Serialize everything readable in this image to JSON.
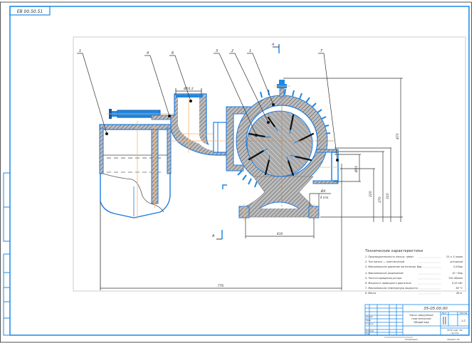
{
  "stamp_code": "ЕВ 00.50.51",
  "section_marker": "А",
  "callouts": [
    "1",
    "4",
    "6",
    "3",
    "2",
    "1",
    "7"
  ],
  "dimensions": {
    "flange_width": "Ø50 2",
    "overall_width": "770",
    "base_width": "410",
    "height_total": "470",
    "height_1": "220",
    "height_2": "270",
    "height_3": "310",
    "outlet_height": "Ø50",
    "hole": "Ø4",
    "hole_count": "4 отв."
  },
  "tech_spec": {
    "title": "Технические характеристики",
    "items": [
      {
        "label": "1. Производительность насоса, л/мин",
        "value": "25 ± 5 л/мин"
      },
      {
        "label": "2. Тип насоса — пластинчатый",
        "value": "роторный"
      },
      {
        "label": "3. Максимальное давление нагнетания, бар",
        "value": "0,6 бар"
      },
      {
        "label": "4. Максимальное разрежение",
        "value": "10⁻³ бар"
      },
      {
        "label": "5. Частота вращения ротора",
        "value": "750 об/мин"
      },
      {
        "label": "6. Мощность приводного двигателя",
        "value": "0,55 кВт"
      },
      {
        "label": "7. Максимальная температура жидкости",
        "value": "60 °С"
      },
      {
        "label": "8. Масса",
        "value": "48 кг"
      }
    ]
  },
  "title_block": {
    "designation": "35-05.00.00",
    "name_line1": "Насос вакуумный",
    "name_line2": "пластинчатый",
    "name_line3": "Общий вид",
    "sheet_label": "Лист",
    "sheets_label": "Листов",
    "scale": "1:2",
    "org_line1": "ВГТУ каф. ТМ",
    "org_line2": "группа",
    "rows": [
      "Разраб.",
      "Пров.",
      "Т.контр.",
      "",
      "Н.контр.",
      "Утв."
    ],
    "bottom_left": "Копировал",
    "bottom_right": "Формат А3"
  },
  "colors": {
    "frame": "#1e88e5",
    "part_outline": "#1e7be0",
    "hatch_fill": "#9e9e9e",
    "center_line": "#ffb066",
    "dim_line": "#333333"
  }
}
